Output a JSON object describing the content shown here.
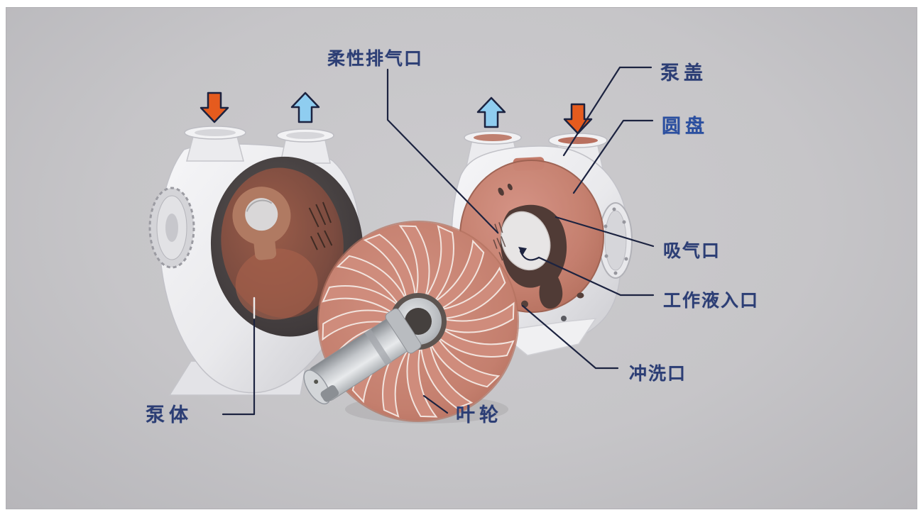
{
  "labels": {
    "flexible_exhaust_port": "柔性排气口",
    "pump_cover": "泵盖",
    "disc": "圆盘",
    "suction_port": "吸气口",
    "working_fluid_inlet": "工作液入口",
    "flush_port": "冲洗口",
    "pump_body": "泵体",
    "impeller": "叶轮"
  },
  "arrows": [
    {
      "name": "left-pump-flow-in",
      "direction": "down",
      "color": "orange"
    },
    {
      "name": "left-pump-flow-out",
      "direction": "up",
      "color": "blue"
    },
    {
      "name": "right-pump-flow-out",
      "direction": "up",
      "color": "blue"
    },
    {
      "name": "right-pump-flow-in",
      "direction": "down",
      "color": "orange"
    }
  ],
  "colors": {
    "background": "#c6c5c8",
    "frame": "#ffffff",
    "label_text": "#2c3e75",
    "leader_line": "#1c2340",
    "arrow_orange": "#e55b1e",
    "arrow_blue": "#8fcdf0",
    "arrow_outline": "#1c2340",
    "disc_salmon": "#c67f6e",
    "impeller_salmon": "#cf8c7c",
    "casing_white": "#ededf0",
    "cavity_brown": "#7c4c40",
    "opening_dark": "#3e3839"
  }
}
